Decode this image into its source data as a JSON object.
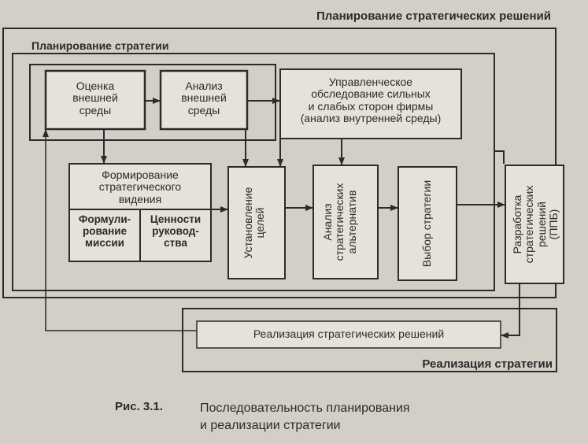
{
  "diagram": {
    "outer_frame_title": "Планирование стратегических решений",
    "planning_frame_title": "Планирование стратегии",
    "realization_frame_title": "Реализация стратегии",
    "boxes": {
      "external_eval": "Оценка\nвнешней\nсреды",
      "external_analysis": "Анализ\nвнешней\nсреды",
      "internal_survey": "Управленческое\nобследование сильных\nи слабых сторон фирмы\n(анализ внутренней среды)",
      "vision": "Формирование\nстратегического\nвидения",
      "mission": "Формули-\nрование\nмиссии",
      "values": "Ценности\nруковод-\nства",
      "goals": "Установление\nцелей",
      "alternatives": "Анализ\nстратегических\nальтернатив",
      "choice": "Выбор стратегии",
      "development": "Разработка\nстратегических\nрешений\n(ППБ)",
      "realization": "Реализация стратегических решений"
    },
    "caption": {
      "label": "Рис. 3.1.",
      "line1": "Последовательность планирования",
      "line2": "и реализации стратегии"
    },
    "colors": {
      "background": "#d3cfc6",
      "ink": "#2b2a2c",
      "box_fill": "#e6e2da"
    }
  }
}
